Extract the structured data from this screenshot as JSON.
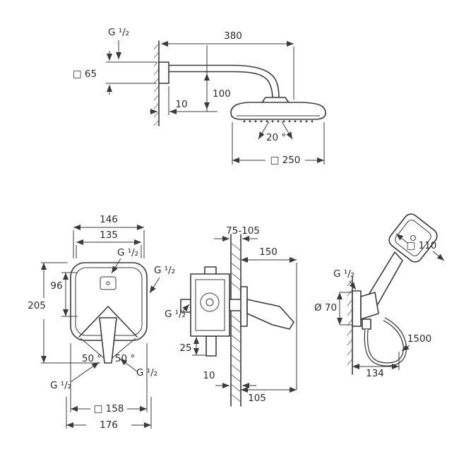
{
  "drawing": {
    "background": "#ffffff",
    "line_color": "#3a3a3a",
    "text_color": "#2b2b2b"
  },
  "head_shower": {
    "thread": "G ¹/₂",
    "escutcheon": "□ 65",
    "projection": "380",
    "drop": "100",
    "wall_offset": "10",
    "spray_angle": "20 °",
    "head_width": "□ 250"
  },
  "trim_plate": {
    "width_outer_holes": "146",
    "width_inner_holes": "135",
    "thread_top": "G ¹/₂",
    "thread_right": "G ¹/₂",
    "lever_height": "96",
    "overall_height": "205",
    "swing_left": "50 °",
    "swing_right": "50 °",
    "thread_bottom_left": "G ¹/₂",
    "thread_bottom_right": "G ¹/₂",
    "plate_width": "□ 158",
    "overall_width": "176"
  },
  "valve_section": {
    "install_depth": "75-105",
    "lever_length": "150",
    "thread_inlet": "G ¹/₂",
    "bottom_offset": "25",
    "wall_thickness": "10",
    "lever_reach": "105"
  },
  "hand_shower": {
    "head_width": "□ 110",
    "thread": "G ¹/₂",
    "escutcheon_dia": "Ø 70",
    "hose_length": "1500",
    "reach": "134"
  }
}
